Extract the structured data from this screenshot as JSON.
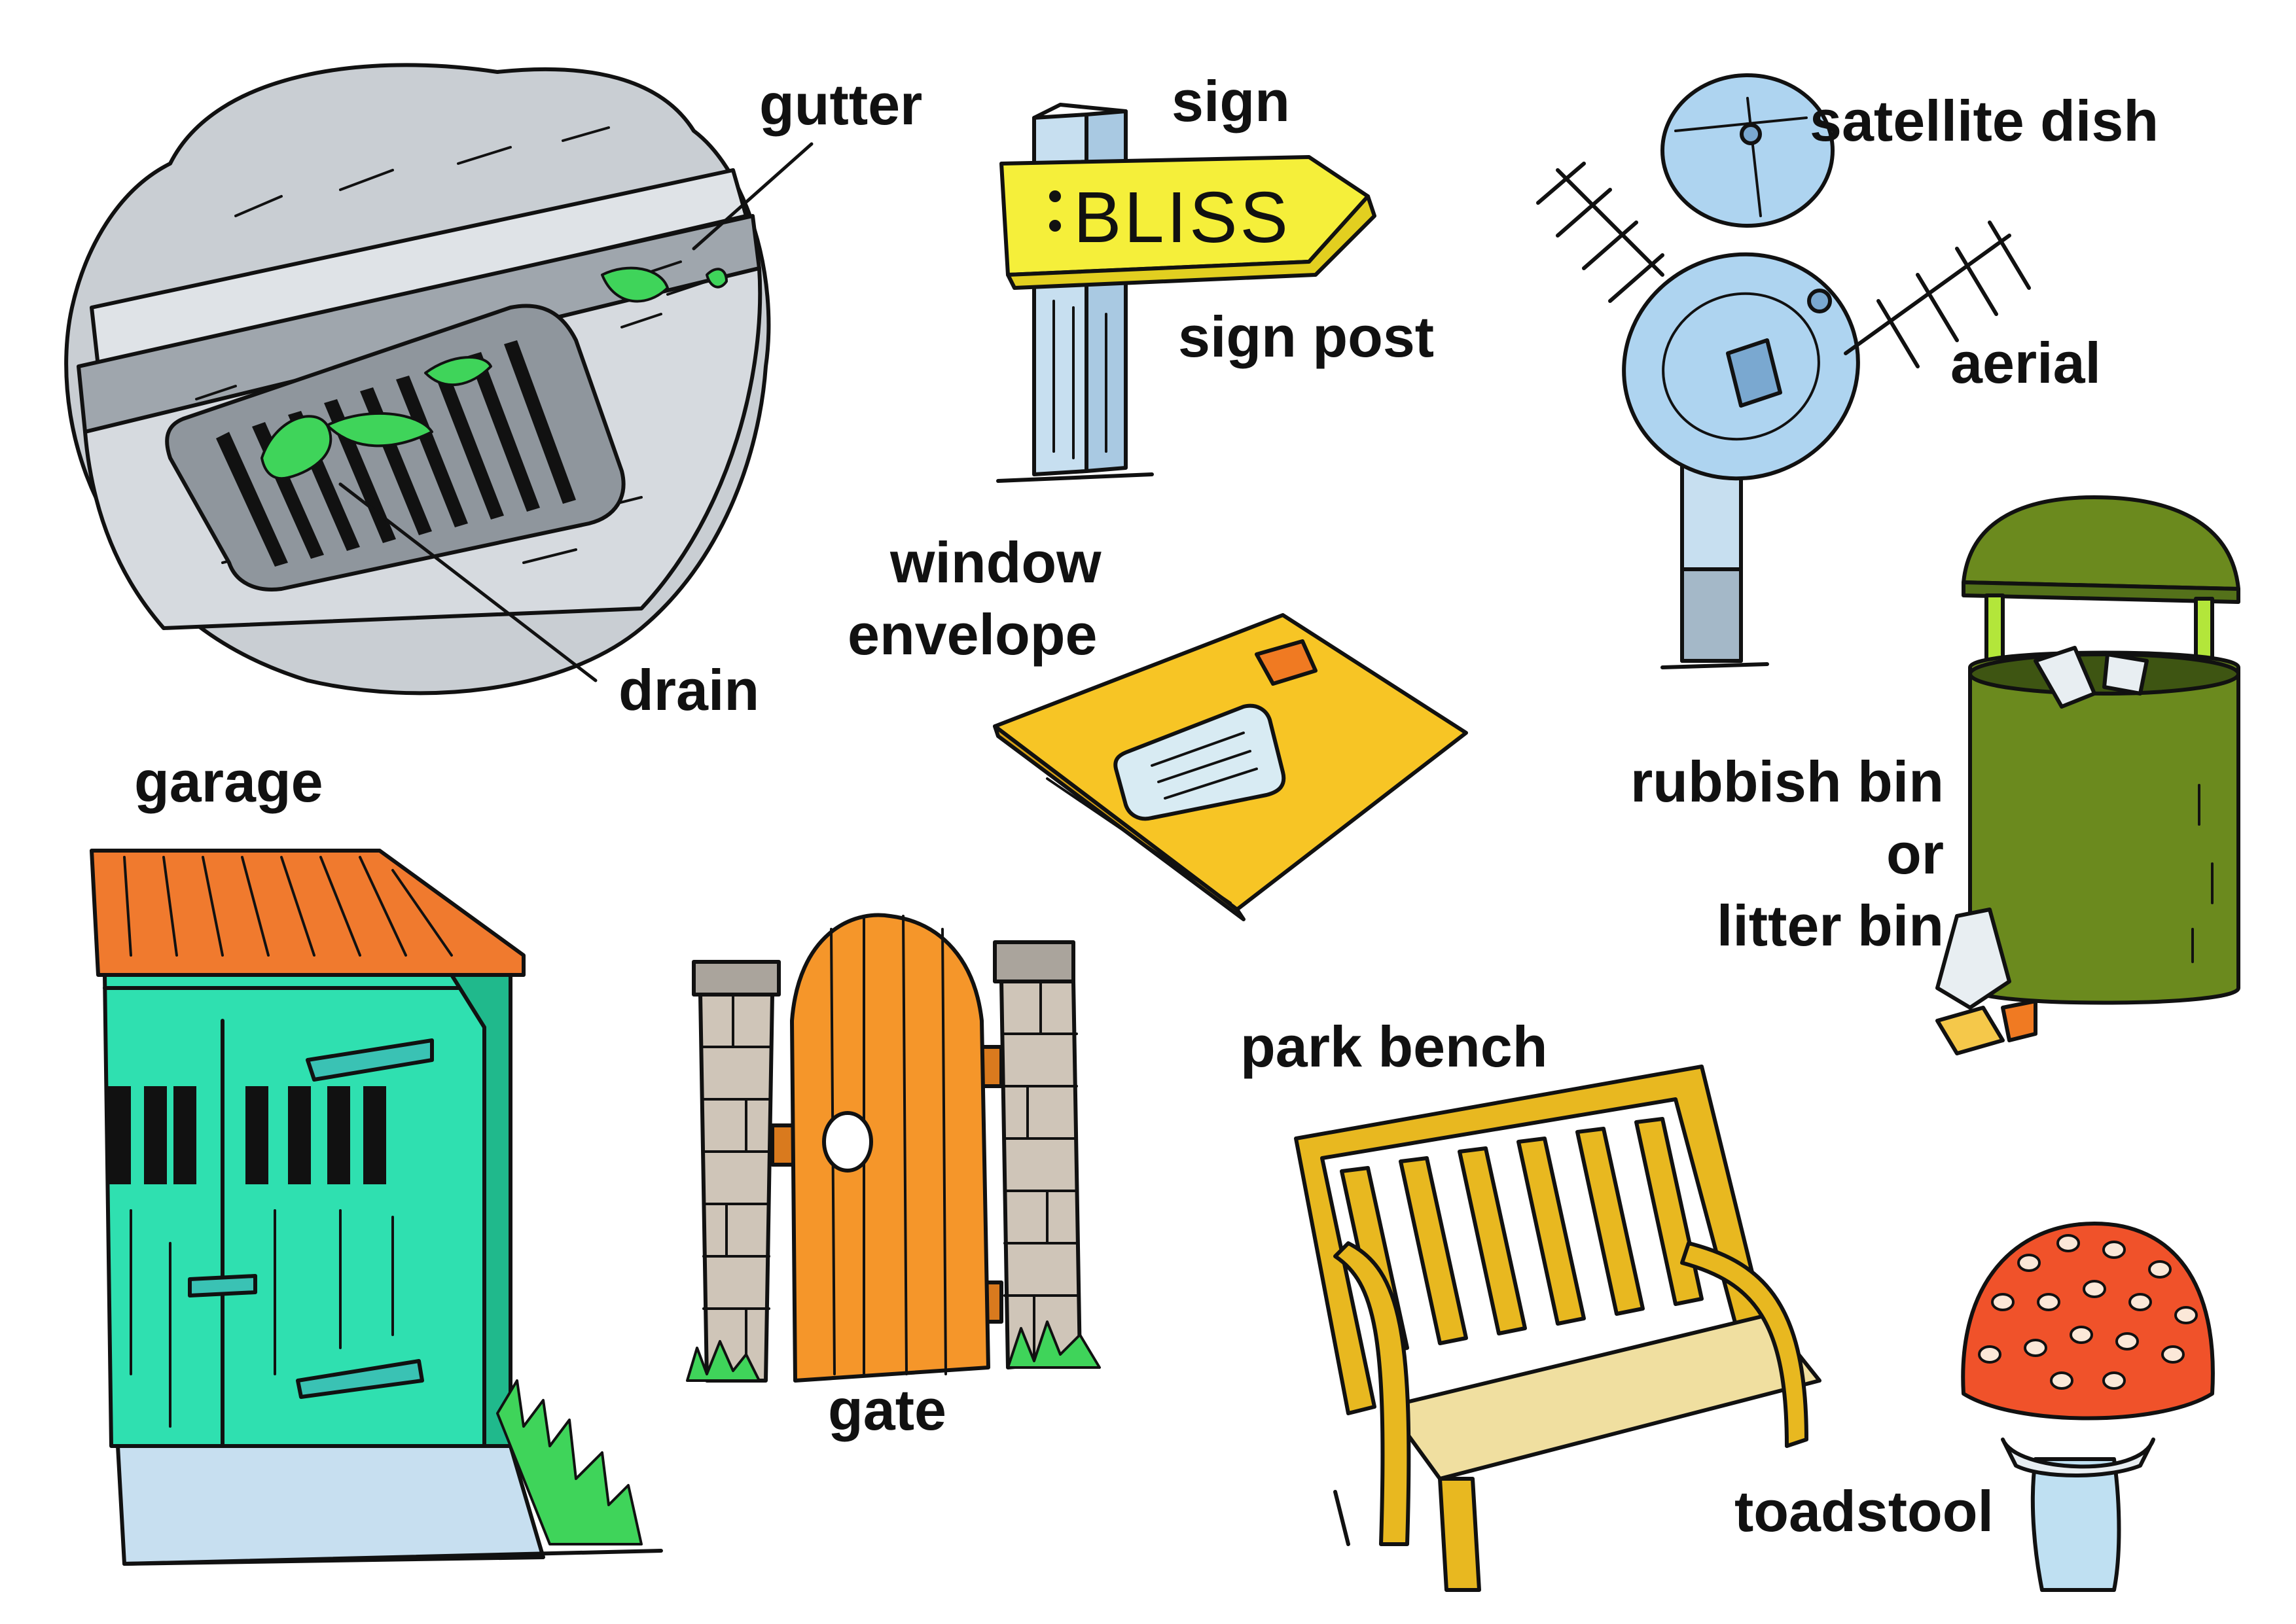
{
  "labels": {
    "gutter": "gutter",
    "drain": "drain",
    "sign": "sign",
    "sign_post": "sign post",
    "sign_board_text": "BLISS",
    "satellite_dish": "satellite dish",
    "aerial": "aerial",
    "window_envelope_line1": "window",
    "window_envelope_line2": "envelope",
    "rubbish_bin_line1": "rubbish bin",
    "rubbish_bin_line2": "or",
    "rubbish_bin_line3": "litter bin",
    "garage": "garage",
    "gate": "gate",
    "park_bench": "park bench",
    "toadstool": "toadstool"
  },
  "colors": {
    "outline": "#111111",
    "gutter_grey": "#c9ced3",
    "drain_grey": "#9aa0a6",
    "leaf_green": "#3fd45a",
    "sign_yellow": "#f5ef3a",
    "post_blue": "#c7dff0",
    "dish_blue": "#aed4f0",
    "envelope_yellow": "#f7c525",
    "stamp_orange": "#f07a22",
    "bin_green": "#6b8a1e",
    "garage_teal": "#2fe0b0",
    "roof_orange": "#f07a2e",
    "gate_orange": "#f5962a",
    "stone_grey": "#cfc5b8",
    "bench_yellow": "#e8b820",
    "toadstool_red": "#f0522a",
    "stem_blue": "#bfe0f2"
  },
  "icons": [
    "gutter-drain-illustration",
    "sign-post-illustration",
    "satellite-dish-illustration",
    "window-envelope-illustration",
    "rubbish-bin-illustration",
    "garage-illustration",
    "gate-illustration",
    "park-bench-illustration",
    "toadstool-illustration"
  ]
}
